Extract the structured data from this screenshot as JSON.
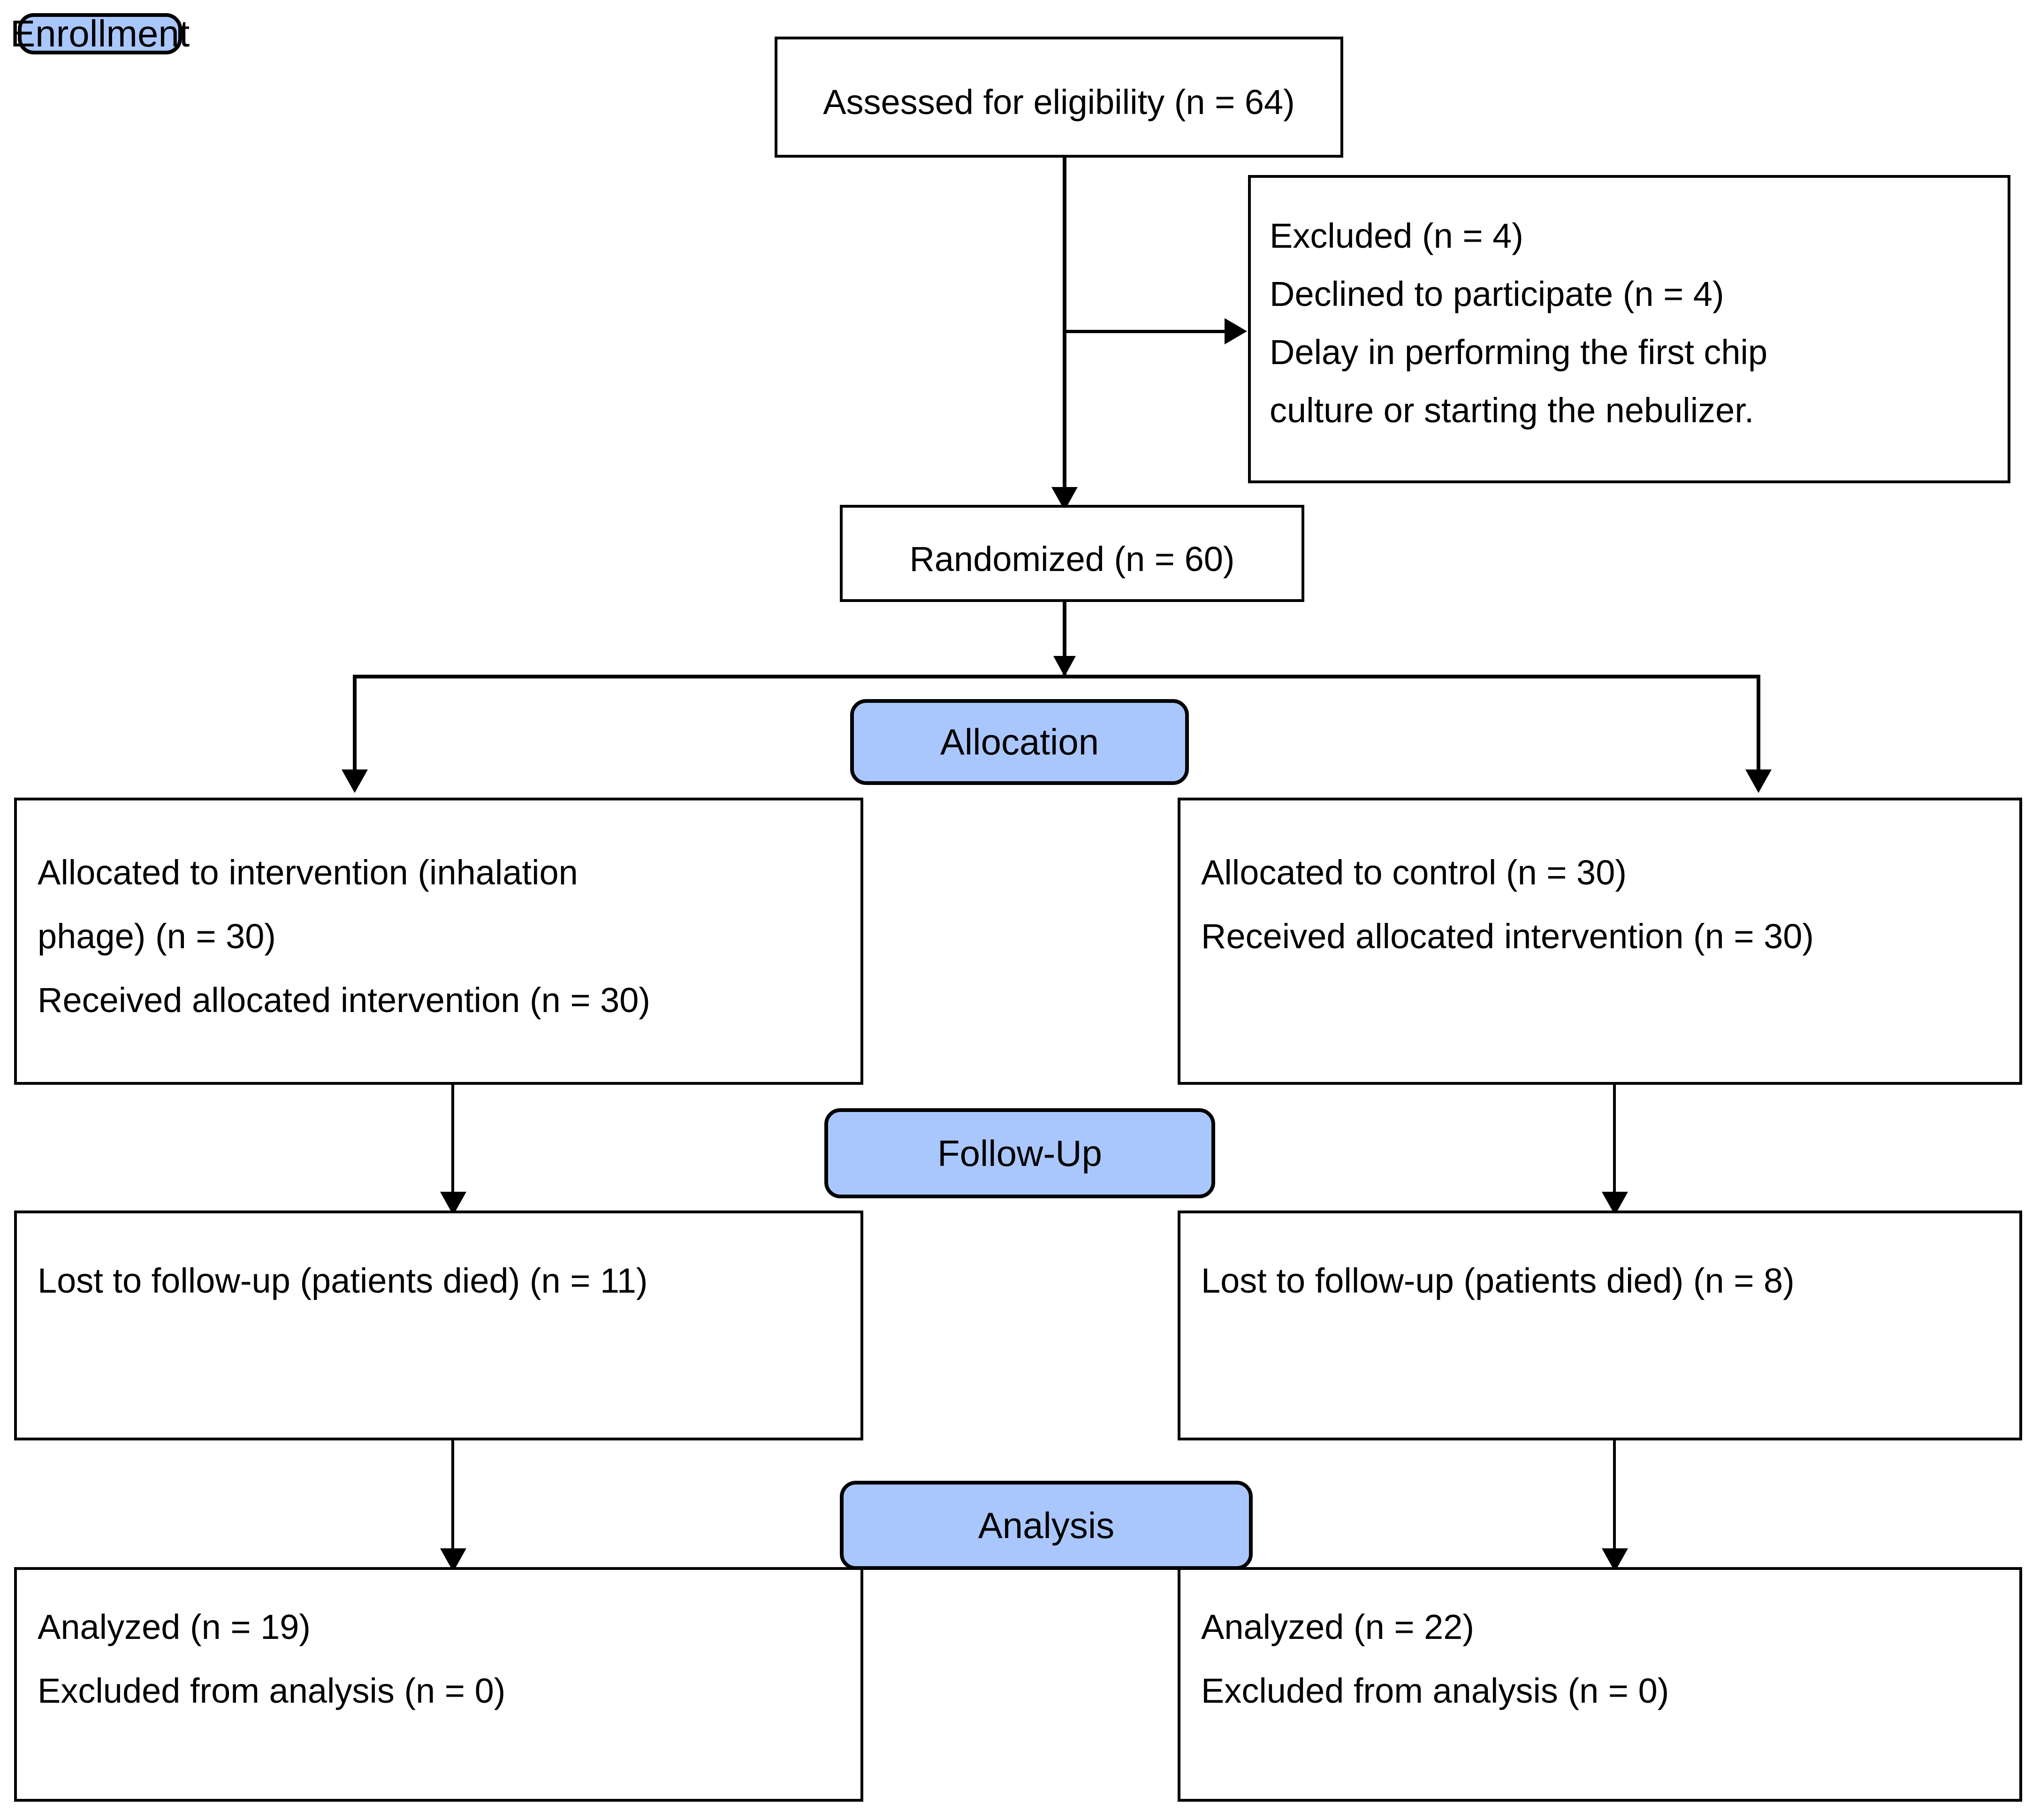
{
  "diagram": {
    "title": "CONSORT participant flow diagram",
    "accent_color": "#aac7fd",
    "line_color": "#000000",
    "background_color": "#ffffff"
  },
  "stages": {
    "enrollment": "Enrollment",
    "allocation": "Allocation",
    "followup": "Follow-Up",
    "analysis": "Analysis"
  },
  "nodes": {
    "assessed": "Assessed for eligibility (n = 64)",
    "excluded": "Excluded (n = 4)\nDeclined to participate (n = 4)\nDelay in performing the first chip culture or starting the nebulizer.",
    "excluded_lines": [
      "Excluded (n = 4)",
      "Declined to participate (n = 4)",
      "Delay in  performing  the  first  chip",
      "culture or starting the nebulizer."
    ],
    "randomized": "Randomized (n = 60)",
    "alloc_left_lines": [
      "Allocated    to    intervention    (inhalation",
      "phage) (n = 30)",
      " Received allocated intervention (n = 30)"
    ],
    "alloc_right_lines": [
      "Allocated to control (n = 30)",
      "Received allocated intervention (n = 30)"
    ],
    "followup_left": "Lost to follow-up (patients died) (n = 11)",
    "followup_right": "Lost to follow-up (patients died) (n = 8)",
    "analysis_left_lines": [
      "Analyzed (n = 19)",
      "Excluded from analysis (n = 0)"
    ],
    "analysis_right_lines": [
      "Analyzed (n = 22)",
      "Excluded from analysis (n = 0)"
    ]
  },
  "counts": {
    "assessed_for_eligibility": 64,
    "excluded_total": 4,
    "declined_to_participate": 4,
    "randomized": 60,
    "allocated_intervention": 30,
    "received_intervention": 30,
    "allocated_control": 30,
    "received_control": 30,
    "lost_followup_intervention": 11,
    "lost_followup_control": 8,
    "analyzed_intervention": 19,
    "analyzed_control": 22,
    "excluded_from_analysis_intervention": 0,
    "excluded_from_analysis_control": 0
  }
}
